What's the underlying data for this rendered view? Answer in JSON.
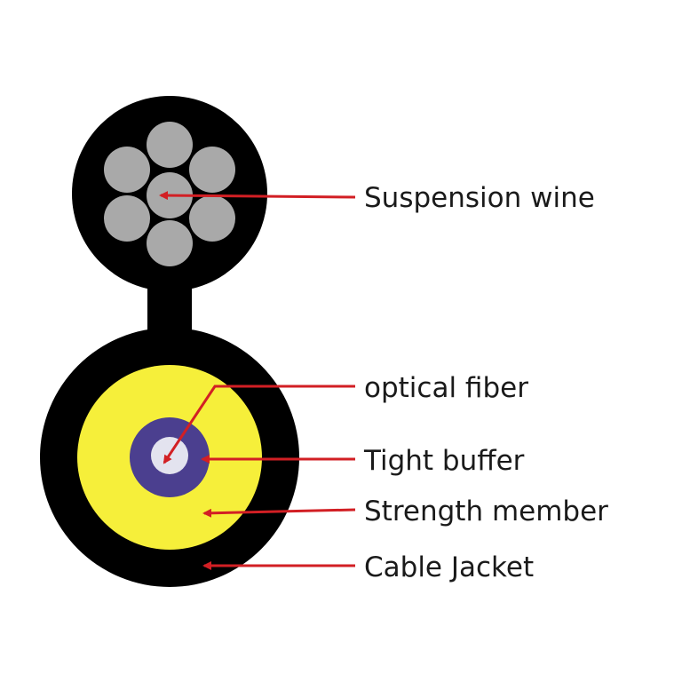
{
  "labels": {
    "suspension": "Suspension wine",
    "optical_fiber": "optical fiber",
    "tight_buffer": "Tight buffer",
    "strength_member": "Strength member",
    "cable_jacket": "Cable Jacket"
  },
  "colors": {
    "jacket": "#000000",
    "strand": "#a9a9a9",
    "strength_member": "#f6ef3a",
    "tight_buffer": "#4b3f8f",
    "fiber": "#e3e3ef",
    "arrow": "#d21f24",
    "text": "#1a1a1a"
  }
}
